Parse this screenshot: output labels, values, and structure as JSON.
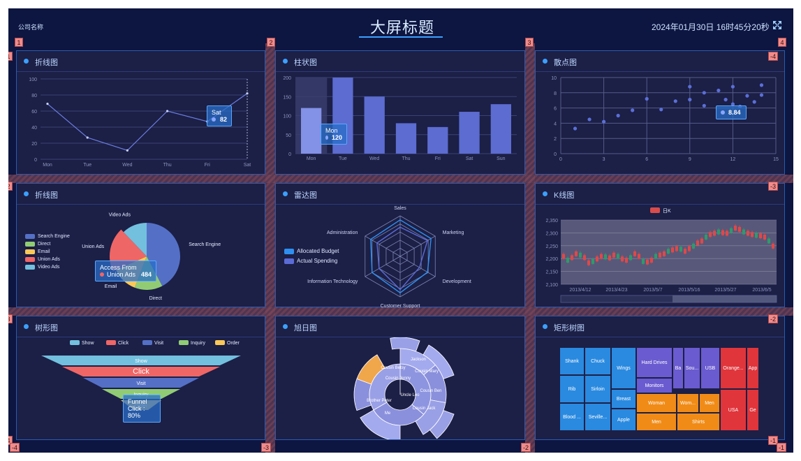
{
  "header": {
    "company": "公司名称",
    "title": "大屏标题",
    "datetime": "2024年01月30日 16时45分20秒"
  },
  "panels": {
    "p1": "折线图",
    "p2": "柱状图",
    "p3": "散点图",
    "p4": "折线图",
    "p5": "雷达图",
    "p6": "K线图",
    "p7": "树形图",
    "p8": "旭日图",
    "p9": "矩形树图"
  },
  "markers": {
    "top": [
      "1",
      "2",
      "3",
      "4"
    ],
    "left": [
      "1",
      "2",
      "3",
      "4"
    ],
    "right": [
      "-4",
      "-3",
      "-2",
      "-1"
    ],
    "bottom": [
      "-4",
      "-3",
      "-2",
      "-1"
    ]
  },
  "line_chart": {
    "categories": [
      "Mon",
      "Tue",
      "Wed",
      "Thu",
      "Fri",
      "Sat"
    ],
    "values": [
      69,
      27,
      11,
      60,
      47,
      82
    ],
    "yticks": [
      "0",
      "20",
      "40",
      "60",
      "80",
      "100"
    ],
    "tooltip": {
      "day": "Sat",
      "value": "82"
    }
  },
  "bar_chart": {
    "categories": [
      "Mon",
      "Tue",
      "Wed",
      "Thu",
      "Fri",
      "Sat",
      "Sun"
    ],
    "values": [
      120,
      200,
      150,
      80,
      70,
      110,
      130
    ],
    "yticks": [
      "0",
      "50",
      "100",
      "150",
      "200"
    ],
    "tooltip": {
      "day": "Mon",
      "value": "120"
    }
  },
  "scatter_chart": {
    "xticks": [
      "0",
      "3",
      "6",
      "9",
      "12",
      "15"
    ],
    "yticks": [
      "0",
      "2",
      "4",
      "6",
      "8",
      "10"
    ],
    "tooltip": "8.84",
    "points": [
      [
        1,
        3.3
      ],
      [
        2,
        4.5
      ],
      [
        3,
        4.2
      ],
      [
        4,
        5
      ],
      [
        5,
        5.7
      ],
      [
        6,
        7.2
      ],
      [
        7,
        5.8
      ],
      [
        8,
        6.9
      ],
      [
        9,
        8.8
      ],
      [
        9,
        7.1
      ],
      [
        10,
        8
      ],
      [
        10,
        6.3
      ],
      [
        11,
        8.3
      ],
      [
        11.5,
        7.1
      ],
      [
        12,
        8.8
      ],
      [
        12,
        6.5
      ],
      [
        12.5,
        6.2
      ],
      [
        13,
        7.6
      ],
      [
        13.5,
        6.8
      ],
      [
        14,
        7.7
      ],
      [
        14,
        9
      ]
    ]
  },
  "pie_chart": {
    "legend": [
      "Search Engine",
      "Direct",
      "Email",
      "Union Ads",
      "Video Ads"
    ],
    "colors": [
      "#5470c6",
      "#91cc75",
      "#fac858",
      "#ee6666",
      "#73c0de"
    ],
    "values": [
      1048,
      335,
      310,
      484,
      300
    ],
    "labels": [
      "Search Engine",
      "Direct",
      "Email",
      "Union Ads",
      "Video Ads"
    ],
    "tooltip": {
      "title": "Access From",
      "name": "Union Ads",
      "value": "484"
    }
  },
  "radar_chart": {
    "indicators": [
      "Sales",
      "Marketing",
      "Development",
      "Customer Support",
      "Information Technology",
      "Administration"
    ],
    "legend": [
      "Allocated Budget",
      "Actual Spending"
    ]
  },
  "k_chart": {
    "legend": "日K",
    "yticks": [
      "2,350",
      "2,300",
      "2,250",
      "2,200",
      "2,150",
      "2,100"
    ],
    "xticks": [
      "2013/4/12",
      "2013/4/23",
      "2013/5/7",
      "2013/5/16",
      "2013/5/27",
      "2013/6/5"
    ]
  },
  "funnel_chart": {
    "legend": [
      "Show",
      "Click",
      "Visit",
      "Inquiry",
      "Order"
    ],
    "colors": [
      "#73c0de",
      "#ee6666",
      "#5470c6",
      "#91cc75",
      "#fac858"
    ],
    "labels": [
      "Show",
      "Click",
      "Visit",
      "Inquiry",
      "Order"
    ],
    "tooltip": {
      "title": "Funnel",
      "value": "Click : 80%"
    }
  },
  "sunburst_chart": {
    "labels": [
      "Uncle Leo",
      "Cousin Ben",
      "Cousin Jack",
      "Cousin Mary",
      "Jackson",
      "Brother Peter",
      "Me",
      "Cousin Jenny",
      "Cousin Betsy"
    ]
  },
  "treemap_chart": {
    "cells": [
      "Shank",
      "Chuck",
      "Wings",
      "Hard Drives",
      "Ba",
      "Sou...",
      "USB",
      "Orange...",
      "App",
      "Rib",
      "Sirloin",
      "Breast",
      "Monitors",
      "Woman",
      "Wom...",
      "Men",
      "USA",
      "Ge",
      "Blood ...",
      "Seville...",
      "Apple",
      "Men",
      "Shirts"
    ]
  }
}
